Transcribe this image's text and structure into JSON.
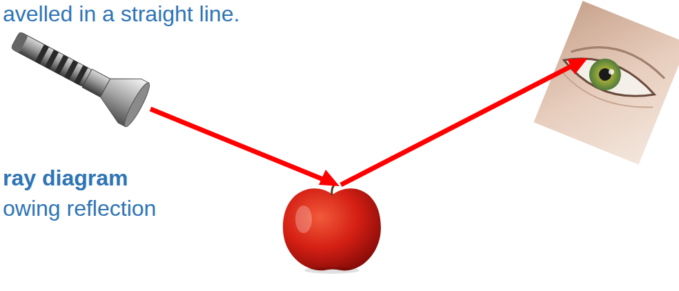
{
  "diagram": {
    "labels": [
      "avelled in a straight line.",
      "ray diagram",
      "owing reflection"
    ]
  }
}
